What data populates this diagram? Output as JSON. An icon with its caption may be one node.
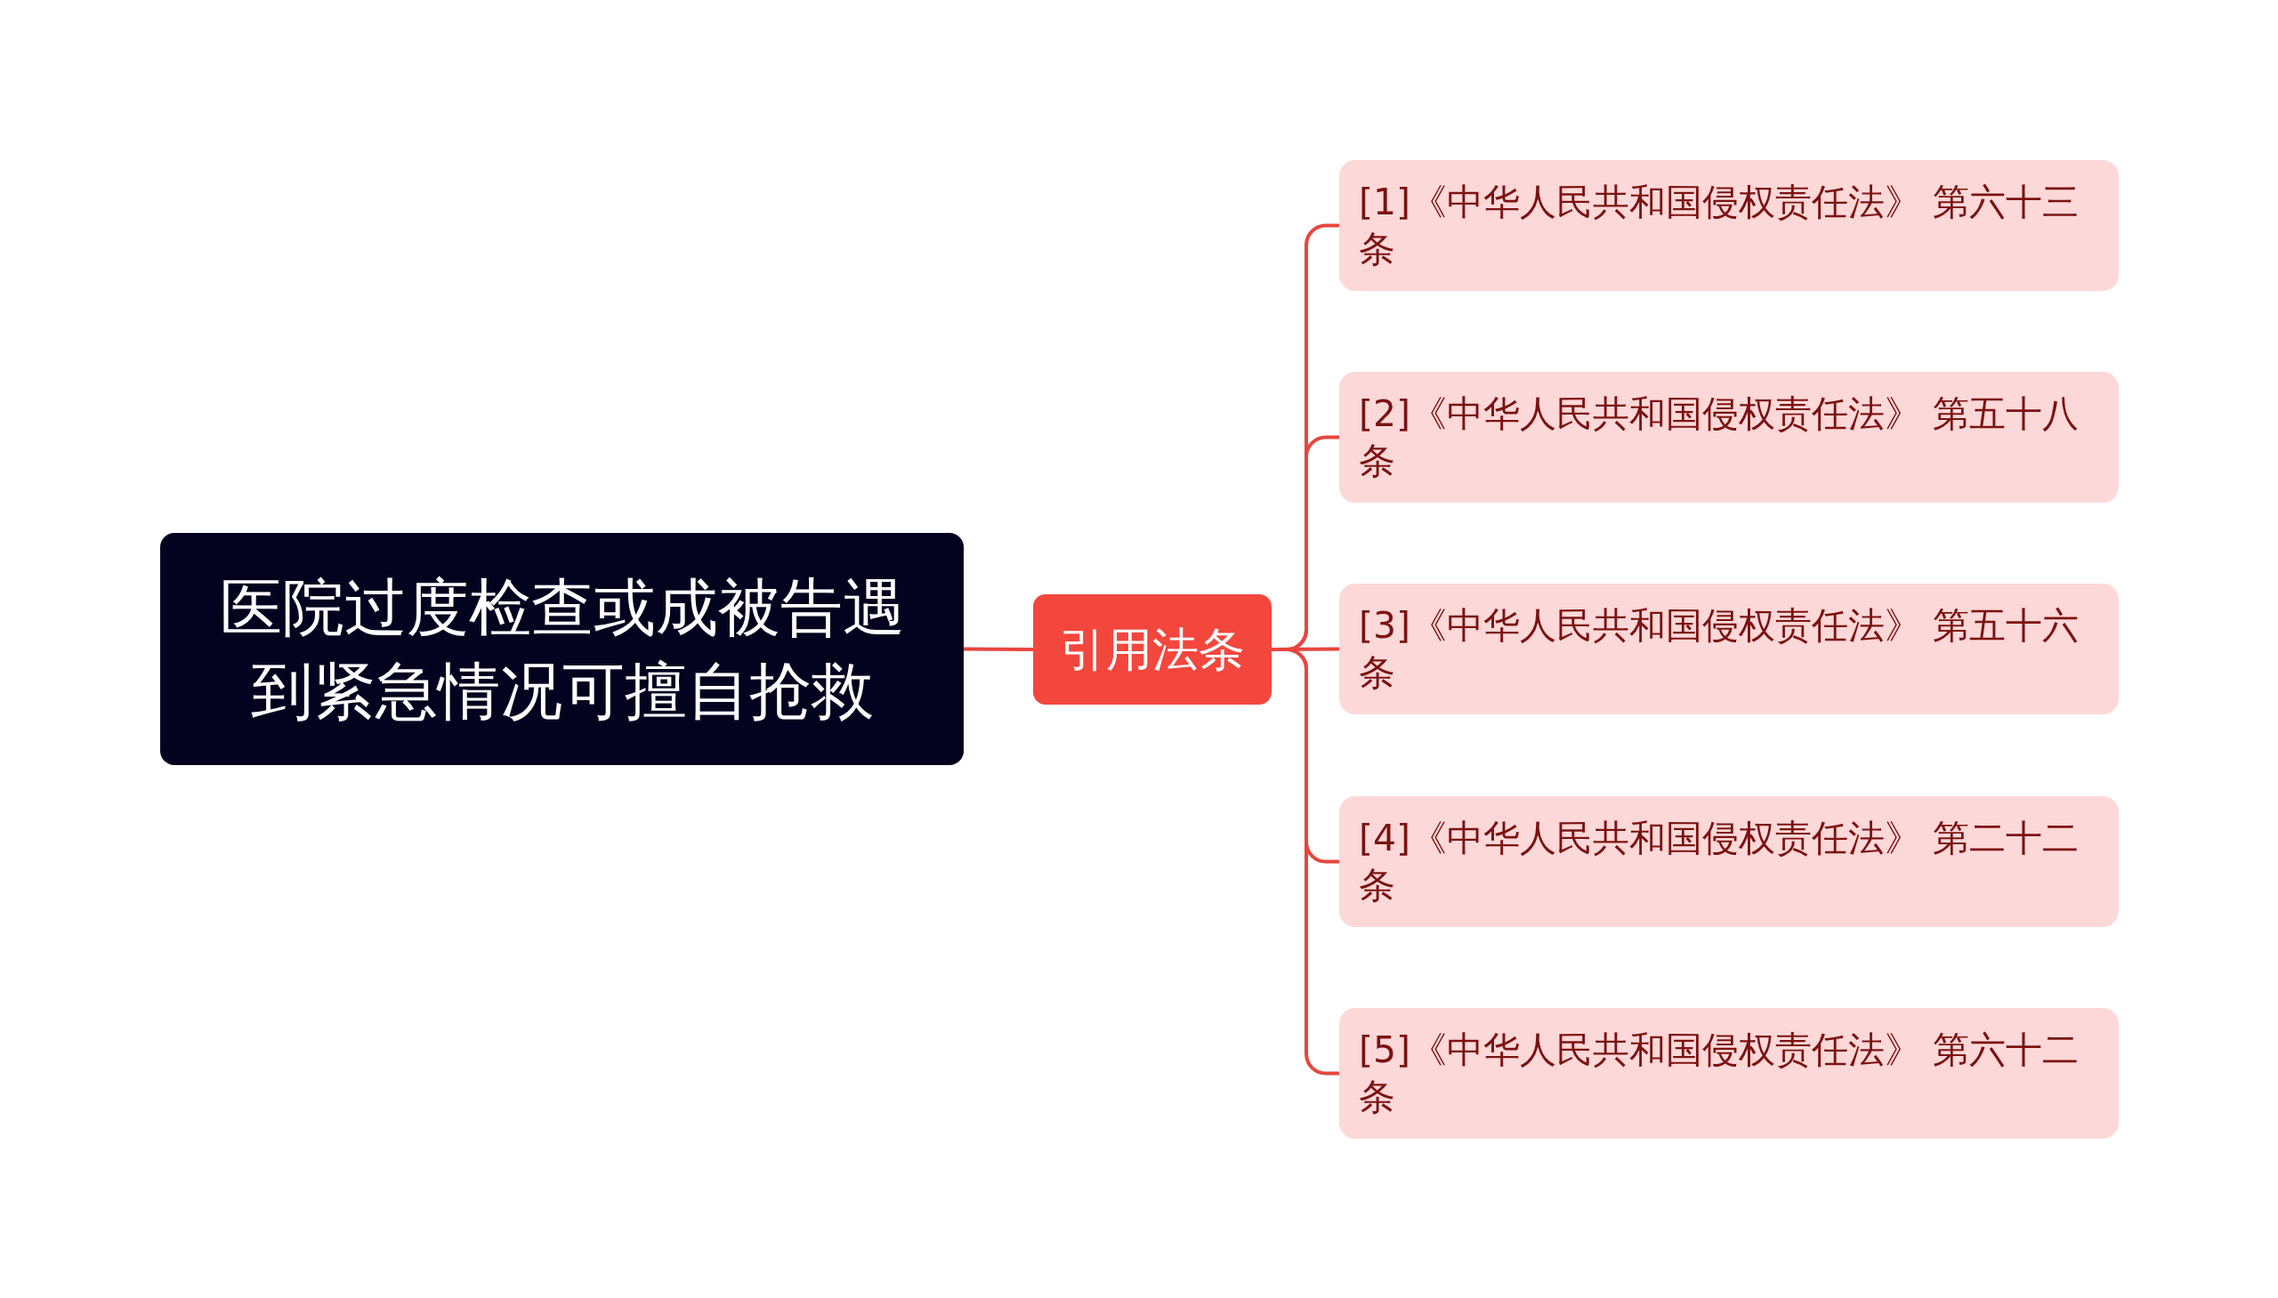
{
  "diagram": {
    "nodes": [
      {
        "text": [
          "医院过度检查或成被告遇到紧急情况可擅自抢救"
        ]
      },
      {
        "text": [
          "引用法条"
        ]
      },
      {
        "text": [
          "[1]《中华人民共和国侵权责任法》 第六十三条"
        ]
      },
      {
        "text": [
          "[2]《中华人民共和国侵权责任法》 第五十八条"
        ]
      },
      {
        "text": [
          "[3]《中华人民共和国侵权责任法》 第五十六条"
        ]
      },
      {
        "text": [
          "[4]《中华人民共和国侵权责任法》 第二十二条"
        ]
      },
      {
        "text": [
          "[5]《中华人民共和国侵权责任法》 第六十二条"
        ]
      }
    ],
    "edges": [
      {
        "from": 0,
        "to": 1,
        "arrow": "none"
      },
      {
        "from": 1,
        "to": 2,
        "arrow": "none"
      },
      {
        "from": 1,
        "to": 3,
        "arrow": "none"
      },
      {
        "from": 1,
        "to": 4,
        "arrow": "none"
      },
      {
        "from": 1,
        "to": 5,
        "arrow": "none"
      },
      {
        "from": 1,
        "to": 6,
        "arrow": "none"
      }
    ]
  }
}
